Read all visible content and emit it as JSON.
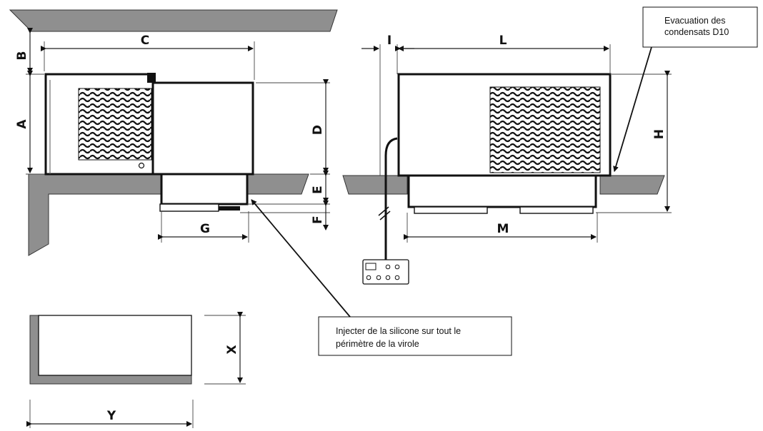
{
  "labels": {
    "A": "A",
    "B": "B",
    "C": "C",
    "D": "D",
    "E": "E",
    "F": "F",
    "G": "G",
    "H": "H",
    "I": "I",
    "L": "L",
    "M": "M",
    "X": "X",
    "Y": "Y"
  },
  "notes": {
    "evacuation_line1": "Evacuation des",
    "evacuation_line2": "condensats D10",
    "silicone_line1": "Injecter de la silicone sur tout le",
    "silicone_line2": "périmètre de la virole"
  },
  "colors": {
    "ceiling_gray": "#8f8f8f",
    "line": "#111111"
  }
}
